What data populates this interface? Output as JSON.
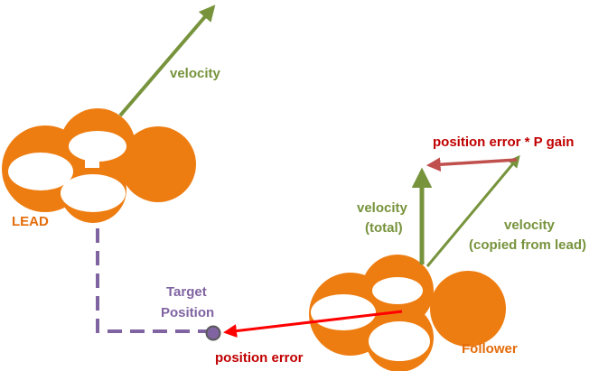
{
  "colors": {
    "quad_orange": "#ee7d11",
    "velocity_green": "#77933c",
    "position_error_red": "#ff0000",
    "p_gain_arrow": "#c0504d",
    "label_red": "#c00000",
    "label_orange": "#e46c0a",
    "target_purple": "#8064a2"
  },
  "labels": {
    "lead_velocity": "velocity",
    "lead": "LEAD",
    "p_term": "position error * P gain",
    "velocity_total_line1": "velocity",
    "velocity_total_line2": "(total)",
    "velocity_copied_line1": "velocity",
    "velocity_copied_line2": "(copied from lead)",
    "target_line1": "Target",
    "target_line2": "Position",
    "position_error": "position error",
    "follower": "Follower"
  }
}
